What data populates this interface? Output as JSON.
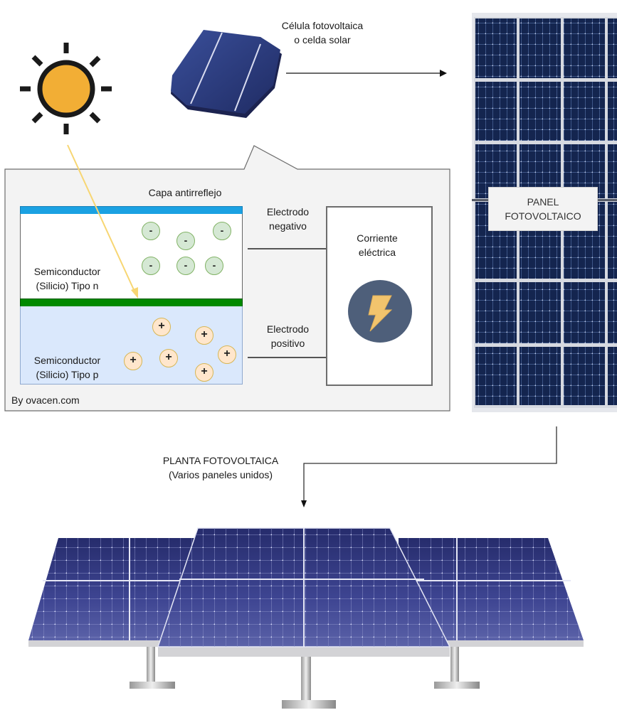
{
  "cell": {
    "label_line1": "Célula fotovoltaica",
    "label_line2": "o celda solar"
  },
  "panel": {
    "label_line1": "PANEL",
    "label_line2": "FOTOVOLTAICO"
  },
  "plant": {
    "label_line1": "PLANTA FOTOVOLTAICA",
    "label_line2": "(Varios paneles unidos)"
  },
  "detail": {
    "antireflective_label": "Capa antirreflejo",
    "n_type_line1": "Semiconductor",
    "n_type_line2": "(Silicio) Tipo n",
    "p_type_line1": "Semiconductor",
    "p_type_line2": "(Silicio) Tipo p",
    "negative_electrode_line1": "Electrodo",
    "negative_electrode_line2": "negativo",
    "positive_electrode_line1": "Electrodo",
    "positive_electrode_line2": "positivo",
    "current_line1": "Corriente",
    "current_line2": "eléctrica",
    "credit": "By ovacen.com",
    "electron_symbol": "-",
    "hole_symbol": "+"
  },
  "colors": {
    "sun_fill": "#f2ae35",
    "sun_outline": "#1a1a1a",
    "antireflective_layer": "#1ba1e2",
    "junction_layer": "#008a00",
    "p_region_fill": "#dae8fc",
    "electron_fill": "#d5e8d4",
    "electron_stroke": "#82b366",
    "hole_fill": "#ffe6cc",
    "hole_stroke": "#d6b656",
    "light_ray": "#f7d673",
    "bolt_circle": "#4e5f7a",
    "bolt": "#f2c46d",
    "panel_blue": "#14254f",
    "plant_blue": "#3b3f86",
    "callout_bg": "#f3f3f3"
  }
}
